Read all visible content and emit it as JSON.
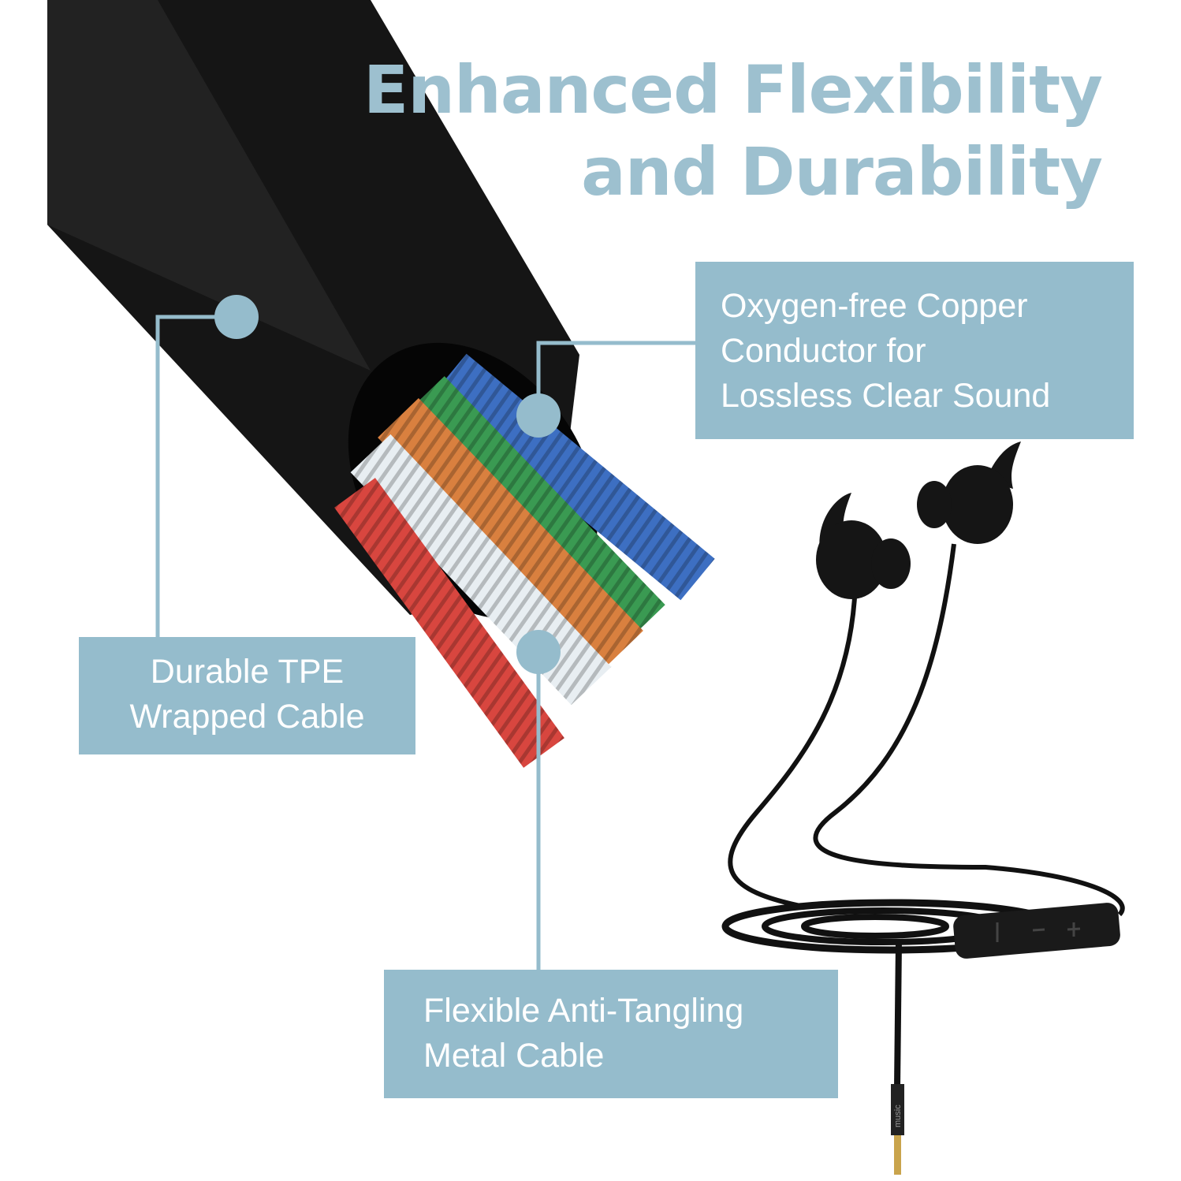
{
  "headline": {
    "line1": "Enhanced Flexibility",
    "line2": "and Durability"
  },
  "callouts": [
    {
      "lines": [
        "Oxygen-free Copper",
        "Conductor for",
        "Lossless Clear Sound"
      ]
    },
    {
      "lines": [
        "Durable TPE",
        "Wrapped Cable"
      ]
    },
    {
      "lines": [
        "Flexible Anti-Tangling",
        "Metal Cable"
      ]
    }
  ],
  "product": {
    "brand_logo": "music",
    "remote_buttons": [
      "|",
      "-",
      "+"
    ]
  },
  "colors": {
    "accent": "#95bccc",
    "headline": "#9dc0cf",
    "cable": "#111111",
    "wire_red": "#d8463f",
    "wire_white": "#e8eef2",
    "wire_orange": "#d9803f",
    "wire_green": "#3a9a52",
    "wire_blue": "#3d6fc2"
  }
}
